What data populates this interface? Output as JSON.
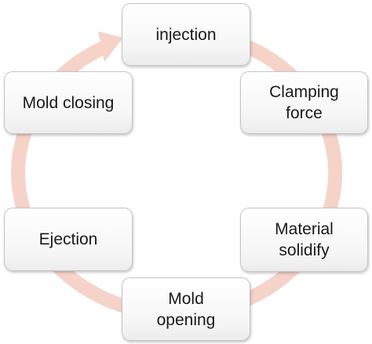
{
  "diagram": {
    "steps": [
      {
        "label": "injection"
      },
      {
        "label": "Clamping\nforce"
      },
      {
        "label": "Material\nsolidify"
      },
      {
        "label": "Mold\nopening"
      },
      {
        "label": "Ejection"
      },
      {
        "label": "Mold closing"
      }
    ],
    "ring_color": "#f6d3c8",
    "box_border_color": "#c4c4c4",
    "text_color": "#1a1a1a"
  }
}
